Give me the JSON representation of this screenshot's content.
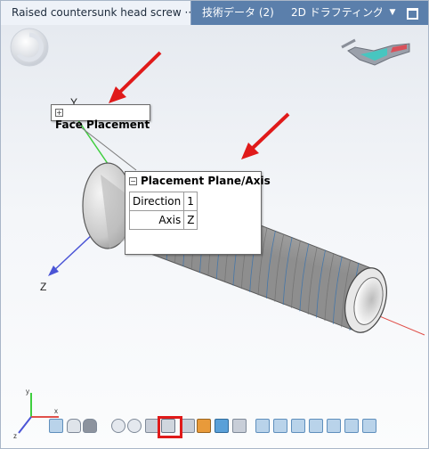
{
  "tabs": [
    {
      "label": "Raised countersunk head screw ···",
      "active": true
    },
    {
      "label": "技術データ (2)",
      "active": false
    },
    {
      "label": "2D ドラフティング",
      "active": false
    }
  ],
  "tab_controls": {
    "menu_icon": "dropdown-arrow-icon",
    "max_icon": "maximize-icon"
  },
  "callouts": {
    "face_placement": {
      "title": "Face Placement"
    },
    "placement_plane": {
      "title": "Placement Plane/Axis",
      "rows": [
        {
          "label": "Direction",
          "value": "1"
        },
        {
          "label": "Axis",
          "value": "Z"
        }
      ]
    }
  },
  "axes": {
    "y_label": "Y",
    "z_label": "Z"
  },
  "triad": {
    "x": "x",
    "y": "y",
    "z": "z"
  },
  "colors": {
    "tabbar": "#5b7fab",
    "highlight": "#e01a1a",
    "x_axis": "#e0504a",
    "y_axis": "#3fcf3f",
    "z_axis": "#4b55d6"
  },
  "toolbar": {
    "icons": [
      "view-box-icon",
      "cylinder-icon",
      "cylinder-dark-icon",
      "zoom-icon",
      "orbit-icon",
      "camera-icon",
      "section-plane-icon",
      "wireframe-icon",
      "shade-icon",
      "shade-edges-icon",
      "box-view-icon",
      "view-front-icon",
      "view-top-icon",
      "view-right-icon",
      "view-iso-icon",
      "view-back-icon",
      "view-bottom-icon",
      "view-left-icon"
    ],
    "highlighted": "section-plane-icon"
  }
}
